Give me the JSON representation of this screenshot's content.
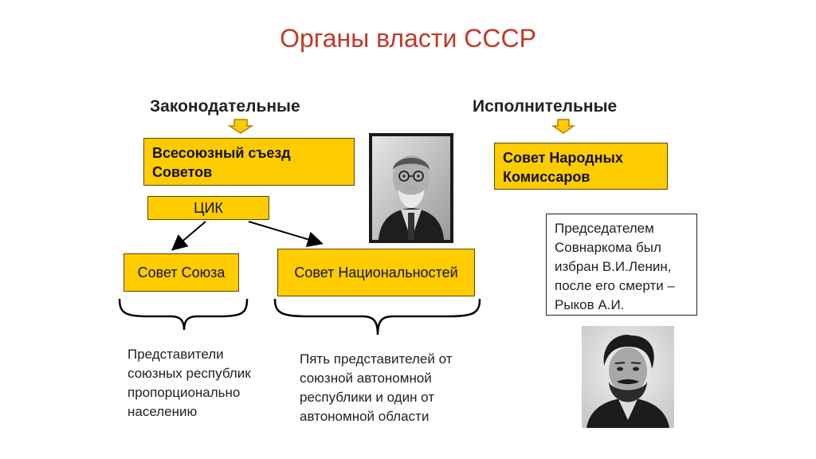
{
  "title": "Органы власти СССР",
  "headings": {
    "legislative": "Законодательные",
    "executive": "Исполнительные"
  },
  "boxes": {
    "congress": "Всесоюзный съезд Советов",
    "cik": "ЦИК",
    "union_council": "Совет Союза",
    "nationalities_council": "Совет Национальностей",
    "sovnarkom": "Совет Народных Комиссаров"
  },
  "texts": {
    "union_reps": "Представители союзных республик пропорционально населению",
    "nationalities_reps": "Пять представителей от союзной автономной республики и один от автономной области",
    "chair_note": "Председателем Совнаркома был избран В.И.Ленин, после его смерти – Рыков А.И."
  },
  "colors": {
    "title": "#c0392b",
    "box_fill": "#ffcc00",
    "arrow_fill": "#ffcc00"
  },
  "icons": [
    "down-arrow-icon",
    "portrait-kalinin",
    "portrait-rykov"
  ]
}
